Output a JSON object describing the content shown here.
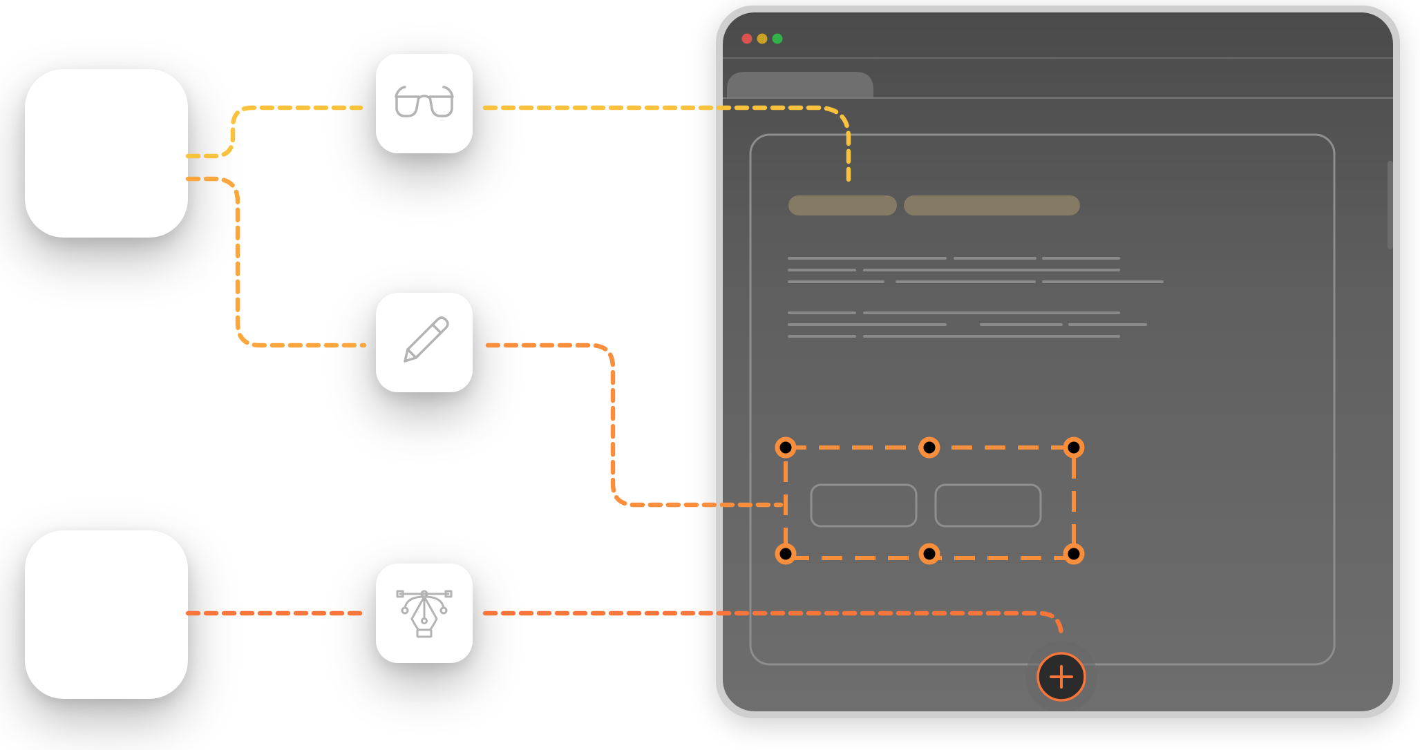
{
  "colors": {
    "connector_top": "#F9C23C",
    "connector_mid": "#F9A73C",
    "connector_low": "#F98E3C",
    "connector_bottom": "#F8763A",
    "window_close": "#D9534F",
    "window_minimize": "#C9A227",
    "window_maximize": "#33B24A",
    "placeholder_bar": "#857a64",
    "fab_fill": "#2b2b2b",
    "fab_ring": "#F8763A",
    "icon_stroke": "#b3b3b3",
    "user_glyph": "#ffffff"
  },
  "actors": [
    {
      "role": "user",
      "icon": "user-avatar-icon"
    },
    {
      "role": "user",
      "icon": "user-avatar-icon"
    }
  ],
  "tools": [
    {
      "icon": "glasses-icon"
    },
    {
      "icon": "pencil-icon"
    },
    {
      "icon": "pen-tool-icon"
    }
  ],
  "window": {
    "controls": [
      "close",
      "minimize",
      "maximize"
    ],
    "fab_icon": "plus-icon"
  }
}
